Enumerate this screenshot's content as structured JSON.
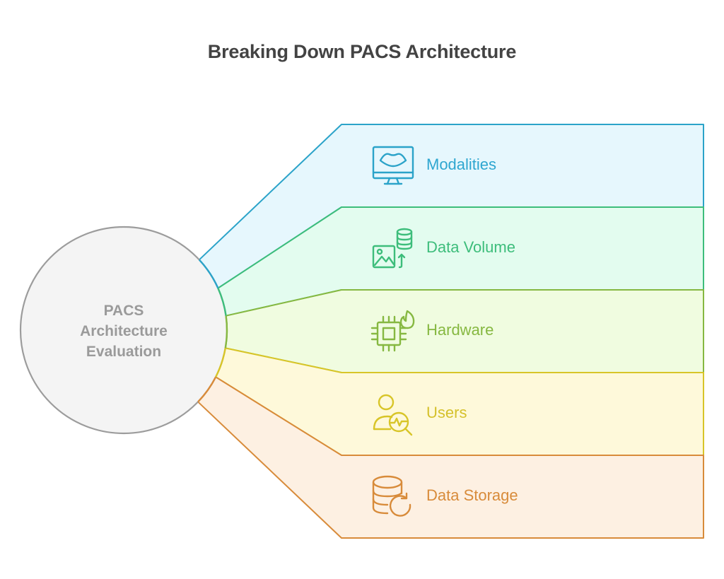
{
  "title": "Breaking Down PACS Architecture",
  "center": {
    "label_lines": [
      "PACS",
      "Architecture",
      "Evaluation"
    ],
    "fill": "#f4f4f4",
    "stroke": "#9c9c9c",
    "text_color": "#9a9a9a"
  },
  "bands": [
    {
      "label": "Modalities",
      "icon": "monitor-ultrasound-icon",
      "stroke": "#2ba3c9",
      "fill": "#e6f7fd",
      "text": "#2ea6d0"
    },
    {
      "label": "Data Volume",
      "icon": "image-database-upload-icon",
      "stroke": "#3dbd7b",
      "fill": "#e3fcef",
      "text": "#3dbd7b"
    },
    {
      "label": "Hardware",
      "icon": "chip-flame-icon",
      "stroke": "#86b841",
      "fill": "#f0fce0",
      "text": "#86b841"
    },
    {
      "label": "Users",
      "icon": "user-search-icon",
      "stroke": "#d8c528",
      "fill": "#fef9da",
      "text": "#d5c12b"
    },
    {
      "label": "Data Storage",
      "icon": "database-refresh-icon",
      "stroke": "#d88b3a",
      "fill": "#fdf0e2",
      "text": "#d88b3a"
    }
  ]
}
